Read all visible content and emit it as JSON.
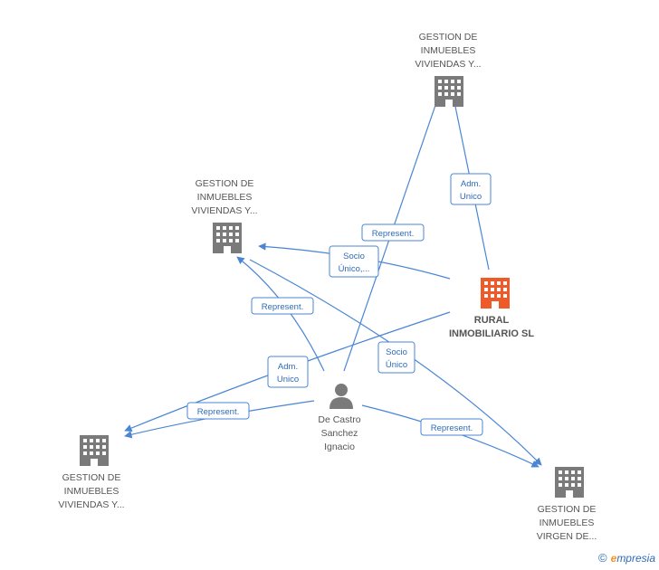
{
  "colors": {
    "edge": "#4a86d4",
    "company": "#7a7a7a",
    "main_company": "#f05a28",
    "person": "#7a7a7a"
  },
  "nodes": [
    {
      "id": "top",
      "kind": "company",
      "icon": "building-icon",
      "label_lines": [
        "GESTION DE",
        "INMUEBLES",
        "VIVIENDAS Y..."
      ]
    },
    {
      "id": "midleft",
      "kind": "company",
      "icon": "building-icon",
      "label_lines": [
        "GESTION DE",
        "INMUEBLES",
        "VIVIENDAS Y..."
      ]
    },
    {
      "id": "main",
      "kind": "main",
      "icon": "building-icon",
      "label_lines": [
        "RURAL",
        "INMOBILIARIO SL"
      ]
    },
    {
      "id": "person",
      "kind": "person",
      "icon": "person-icon",
      "label_lines": [
        "De Castro",
        "Sanchez",
        "Ignacio"
      ]
    },
    {
      "id": "botleft",
      "kind": "company",
      "icon": "building-icon",
      "label_lines": [
        "GESTION DE",
        "INMUEBLES",
        "VIVIENDAS Y..."
      ]
    },
    {
      "id": "botright",
      "kind": "company",
      "icon": "building-icon",
      "label_lines": [
        "GESTION DE",
        "INMUEBLES",
        "VIRGEN DE..."
      ]
    }
  ],
  "relations": [
    {
      "id": "r1",
      "lines": [
        "Adm.",
        "Unico"
      ]
    },
    {
      "id": "r2",
      "lines": [
        "Represent."
      ]
    },
    {
      "id": "r3",
      "lines": [
        "Socio",
        "Único,..."
      ]
    },
    {
      "id": "r4",
      "lines": [
        "Represent."
      ]
    },
    {
      "id": "r5",
      "lines": [
        "Socio",
        "Único"
      ]
    },
    {
      "id": "r6",
      "lines": [
        "Adm.",
        "Unico"
      ]
    },
    {
      "id": "r7",
      "lines": [
        "Represent."
      ]
    },
    {
      "id": "r8",
      "lines": [
        "Represent."
      ]
    }
  ],
  "footer": {
    "copyright": "©",
    "brand_initial": "e",
    "brand_rest": "mpresia"
  }
}
